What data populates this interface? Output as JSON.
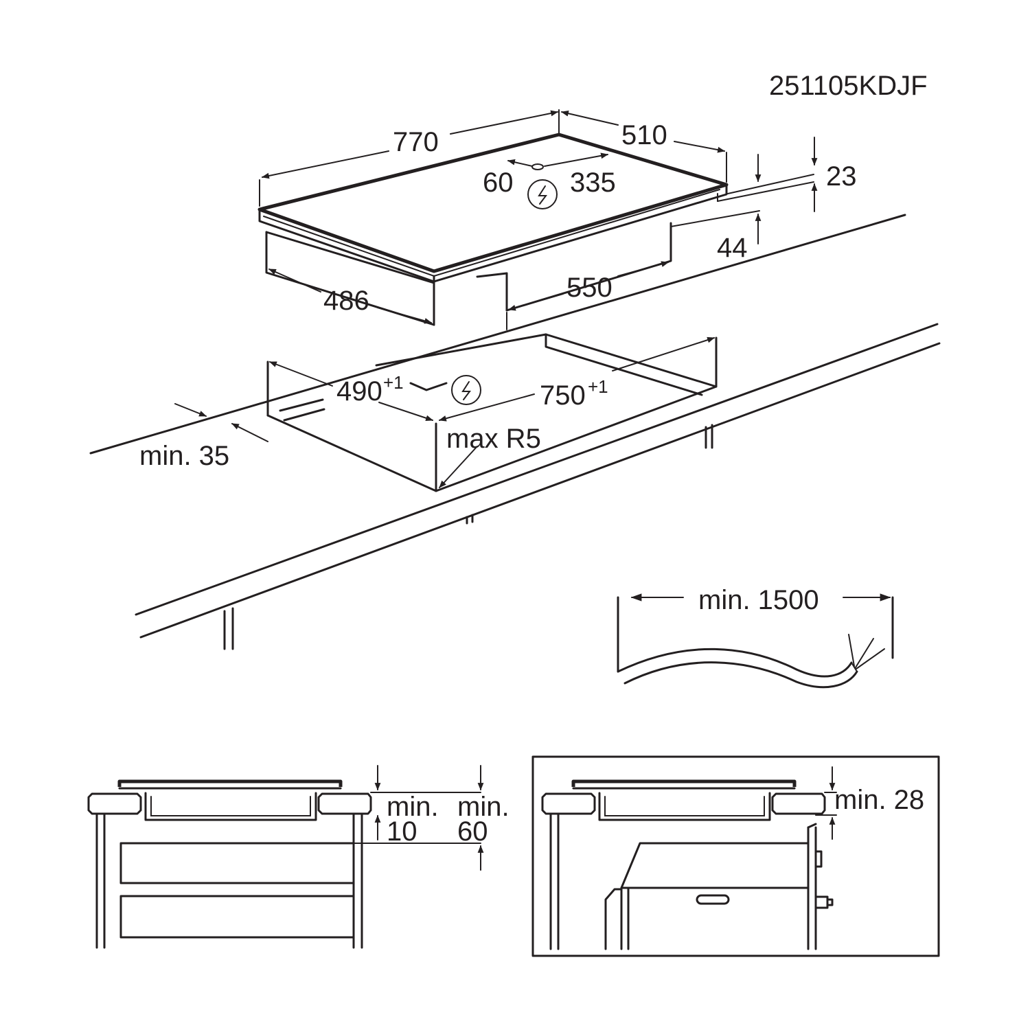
{
  "diagram_code": "251105KDJF",
  "hob": {
    "width": "770",
    "depth": "510",
    "conn_left": "60",
    "conn_right": "335",
    "thickness": "23",
    "body_height": "44",
    "body_width": "550",
    "body_depth": "486"
  },
  "cutout": {
    "depth": "490",
    "depth_tol": "+1",
    "width": "750",
    "width_tol": "+1",
    "radius": "max R5",
    "edge_distance": "min. 35"
  },
  "cable": {
    "length": "min. 1500"
  },
  "section_drawers": {
    "gap_label_1": "min.",
    "gap_value_1": "10",
    "gap_label_2": "min.",
    "gap_value_2": "60"
  },
  "section_oven": {
    "gap": "min. 28"
  },
  "colors": {
    "line": "#231f20",
    "background": "#ffffff"
  },
  "icons": [
    "electrical-connection-icon"
  ]
}
